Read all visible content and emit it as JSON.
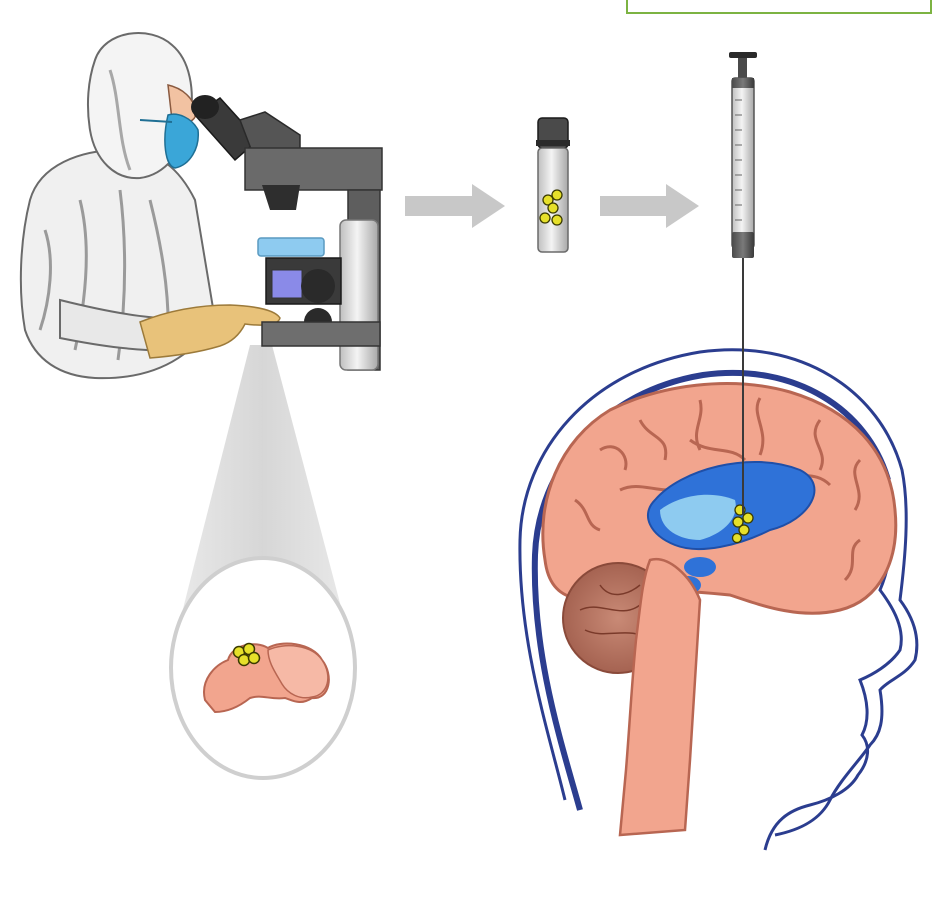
{
  "figure": {
    "steps": [
      "cell-culture-under-microscope",
      "cell-suspension-vial",
      "stereotactic-injection-into-brain"
    ],
    "colors": {
      "accent": "#7cb342",
      "brain": "#f2a58e",
      "brain_outline": "#b86652",
      "ventricle": "#2f72d8",
      "ventricle_light": "#8ecbf0",
      "skull_outline": "#2b3d8f",
      "cells": "#e6e02a",
      "arrow": "#c8c8c8",
      "glove": "#e8c27a",
      "mask": "#3aa6d8"
    },
    "icons": [
      "researcher-icon",
      "microscope-icon",
      "magnified-tissue-icon",
      "vial-icon",
      "syringe-icon",
      "brain-icon",
      "arrow-right-icon"
    ]
  }
}
